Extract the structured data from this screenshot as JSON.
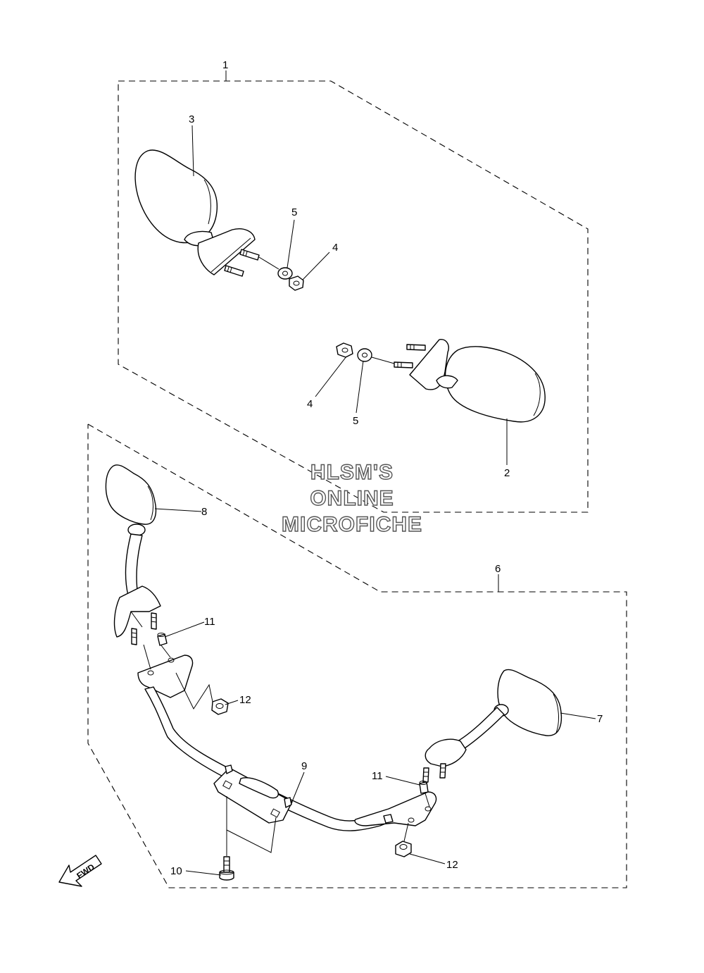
{
  "watermark": {
    "line1": "HLSM'S",
    "line2": "ONLINE",
    "line3": "MICROFICHE"
  },
  "forward_marker": "FWD",
  "callouts": {
    "c1": "1",
    "c2": "2",
    "c3": "3",
    "c4a": "4",
    "c4b": "4",
    "c5a": "5",
    "c5b": "5",
    "c6": "6",
    "c7": "7",
    "c8": "8",
    "c9": "9",
    "c10": "10",
    "c11a": "11",
    "c11b": "11",
    "c12a": "12",
    "c12b": "12"
  }
}
